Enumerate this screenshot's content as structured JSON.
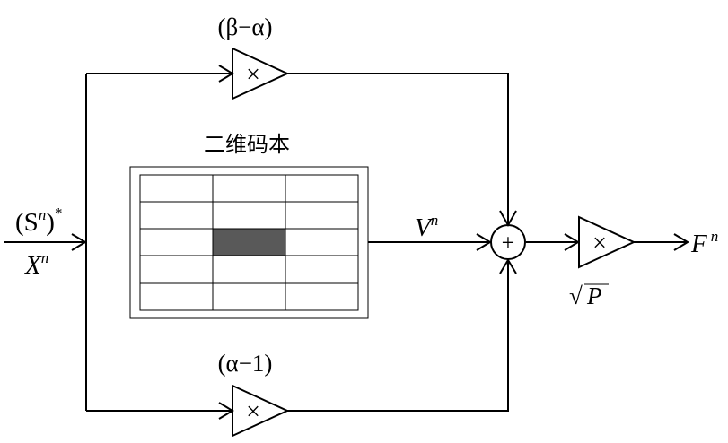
{
  "labels": {
    "top_gain": "(β−α)",
    "bottom_gain": "(α−1)",
    "codebook_title": "二维码本",
    "input_top_base": "(S",
    "input_top_sup": "n",
    "input_top_close": ")",
    "input_top_star": "*",
    "input_bottom_base": "X",
    "input_bottom_sup": "n",
    "v_base": "V",
    "v_sup": "n",
    "output_base": "F",
    "output_sup": "n",
    "sqrt_symbol": "√",
    "sqrt_arg": "P",
    "multiply_symbol": "×",
    "sum_symbol": "+"
  },
  "codebook": {
    "rows": 5,
    "cols": 3,
    "highlight_row": 2,
    "highlight_col": 1,
    "highlight_color": "#595959"
  },
  "colors": {
    "stroke": "#000000",
    "background": "#ffffff"
  }
}
